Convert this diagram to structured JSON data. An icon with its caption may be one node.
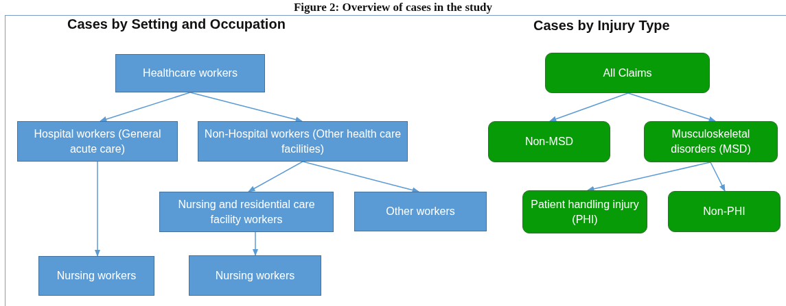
{
  "diagram": {
    "title": "Figure 2: Overview of cases in the study",
    "nodes": [
      {
        "text": [
          "Healthcare workers"
        ]
      },
      {
        "text": [
          "Hospital workers (General acute care)"
        ]
      },
      {
        "text": [
          "Non-Hospital workers (Other health care facilities)"
        ]
      },
      {
        "text": [
          "Nursing and residential care facility workers"
        ]
      },
      {
        "text": [
          "Other workers"
        ]
      },
      {
        "text": [
          "Nursing workers"
        ]
      },
      {
        "text": [
          "Nursing workers"
        ]
      },
      {
        "text": [
          "All Claims"
        ]
      },
      {
        "text": [
          "Non-MSD"
        ]
      },
      {
        "text": [
          "Musculoskeletal disorders (MSD)"
        ]
      },
      {
        "text": [
          "Patient handling injury (PHI)"
        ]
      },
      {
        "text": [
          "Non-PHI"
        ]
      }
    ],
    "edges": [
      {
        "from": 0,
        "to": 1,
        "arrow": "to"
      },
      {
        "from": 0,
        "to": 2,
        "arrow": "to"
      },
      {
        "from": 1,
        "to": 5,
        "arrow": "to"
      },
      {
        "from": 2,
        "to": 3,
        "arrow": "to"
      },
      {
        "from": 2,
        "to": 4,
        "arrow": "to"
      },
      {
        "from": 3,
        "to": 6,
        "arrow": "to"
      },
      {
        "from": 7,
        "to": 8,
        "arrow": "to"
      },
      {
        "from": 7,
        "to": 9,
        "arrow": "to"
      },
      {
        "from": 9,
        "to": 10,
        "arrow": "to"
      },
      {
        "from": 9,
        "to": 11,
        "arrow": "to"
      }
    ],
    "labels": [
      "Cases by Setting and Occupation",
      "Cases by Injury Type"
    ]
  }
}
